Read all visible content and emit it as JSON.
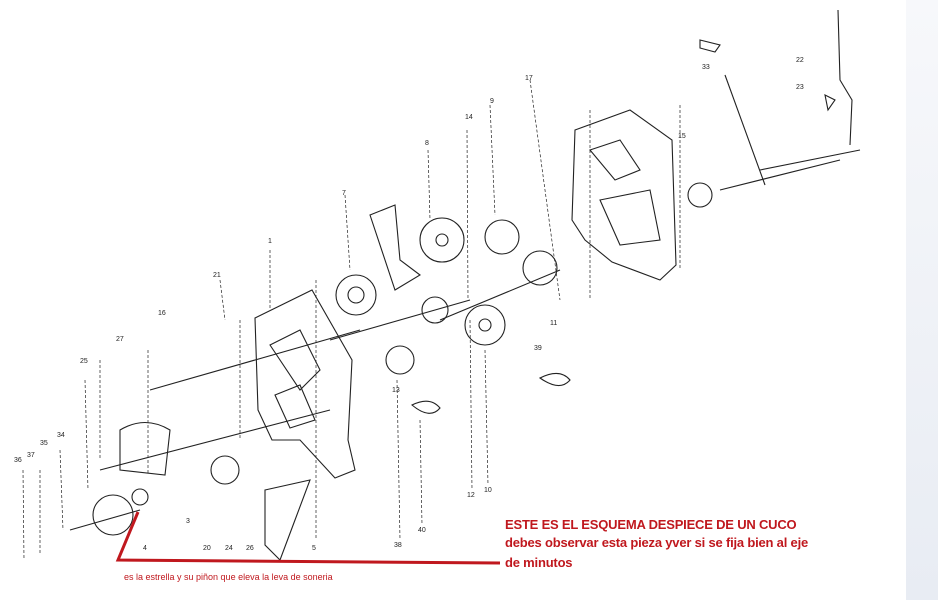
{
  "callouts": {
    "title": "ESTE ES EL ESQUEMA DESPIECE DE UN CUCO",
    "line1": "debes observar esta pieza yver si se fija bien al eje",
    "line2": "de minutos",
    "note": "es la estrella y su piñon que eleva la leva de soneria"
  },
  "part_numbers": [
    "1",
    "3",
    "4",
    "5",
    "7",
    "8",
    "9",
    "10",
    "11",
    "12",
    "13",
    "14",
    "15",
    "16",
    "17",
    "20",
    "21",
    "22",
    "23",
    "24",
    "25",
    "26",
    "27",
    "33",
    "34",
    "35",
    "36",
    "37",
    "38",
    "39",
    "40"
  ],
  "colors": {
    "annotation": "#c0181e",
    "ink": "#222222"
  }
}
